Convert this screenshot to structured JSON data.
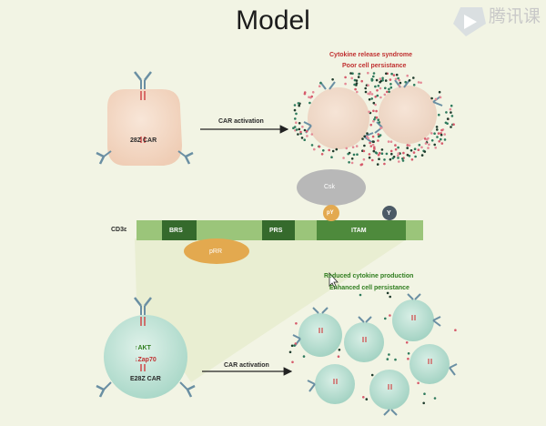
{
  "title": "Model",
  "watermark": {
    "text": "腾讯课",
    "icon": "play-icon"
  },
  "top_cell": {
    "label": "28Z CAR"
  },
  "bottom_cell": {
    "label": "E28Z CAR",
    "akt_label": "AKT",
    "zap_label": "Zap70"
  },
  "arrows": {
    "top_label": "CAR activation",
    "bottom_label": "CAR activation"
  },
  "outcomes_top": [
    "Cytokine release syndrome",
    "Poor cell persistance"
  ],
  "outcomes_bottom": [
    "Reduced cytokine production",
    "Enhanced cell persistance"
  ],
  "cd3": {
    "label": "CD3ε",
    "segments": [
      "BRS",
      "PRS",
      "ITAM"
    ],
    "csk_label": "Csk",
    "py_label": "pY",
    "y_label": "Y",
    "bottom_label": "pRR"
  },
  "colors": {
    "background": "#f2f4e4",
    "cell_top": "#f1d3bd",
    "cell_bottom": "#bfe2d6",
    "cd3_bar": "#9bc57a",
    "cd3_dark": "#356a2c",
    "csk": "#b5b5b5",
    "orange": "#e3a94f",
    "outcome_red": "#c03030",
    "outcome_green": "#2f7d1e"
  }
}
